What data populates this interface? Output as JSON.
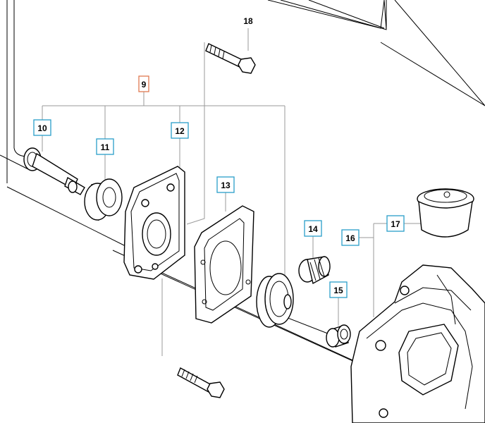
{
  "callouts": [
    {
      "id": "c9",
      "label": "9",
      "border": "#e07a52"
    },
    {
      "id": "c10",
      "label": "10",
      "border": "#2a9fc9"
    },
    {
      "id": "c11",
      "label": "11",
      "border": "#2a9fc9"
    },
    {
      "id": "c12",
      "label": "12",
      "border": "#2a9fc9"
    },
    {
      "id": "c13",
      "label": "13",
      "border": "#2a9fc9"
    },
    {
      "id": "c14",
      "label": "14",
      "border": "#2a9fc9"
    },
    {
      "id": "c15",
      "label": "15",
      "border": "#2a9fc9"
    },
    {
      "id": "c16",
      "label": "16",
      "border": "#2a9fc9"
    },
    {
      "id": "c17",
      "label": "17",
      "border": "#2a9fc9"
    },
    {
      "id": "c18",
      "label": "18",
      "border": "none"
    }
  ]
}
